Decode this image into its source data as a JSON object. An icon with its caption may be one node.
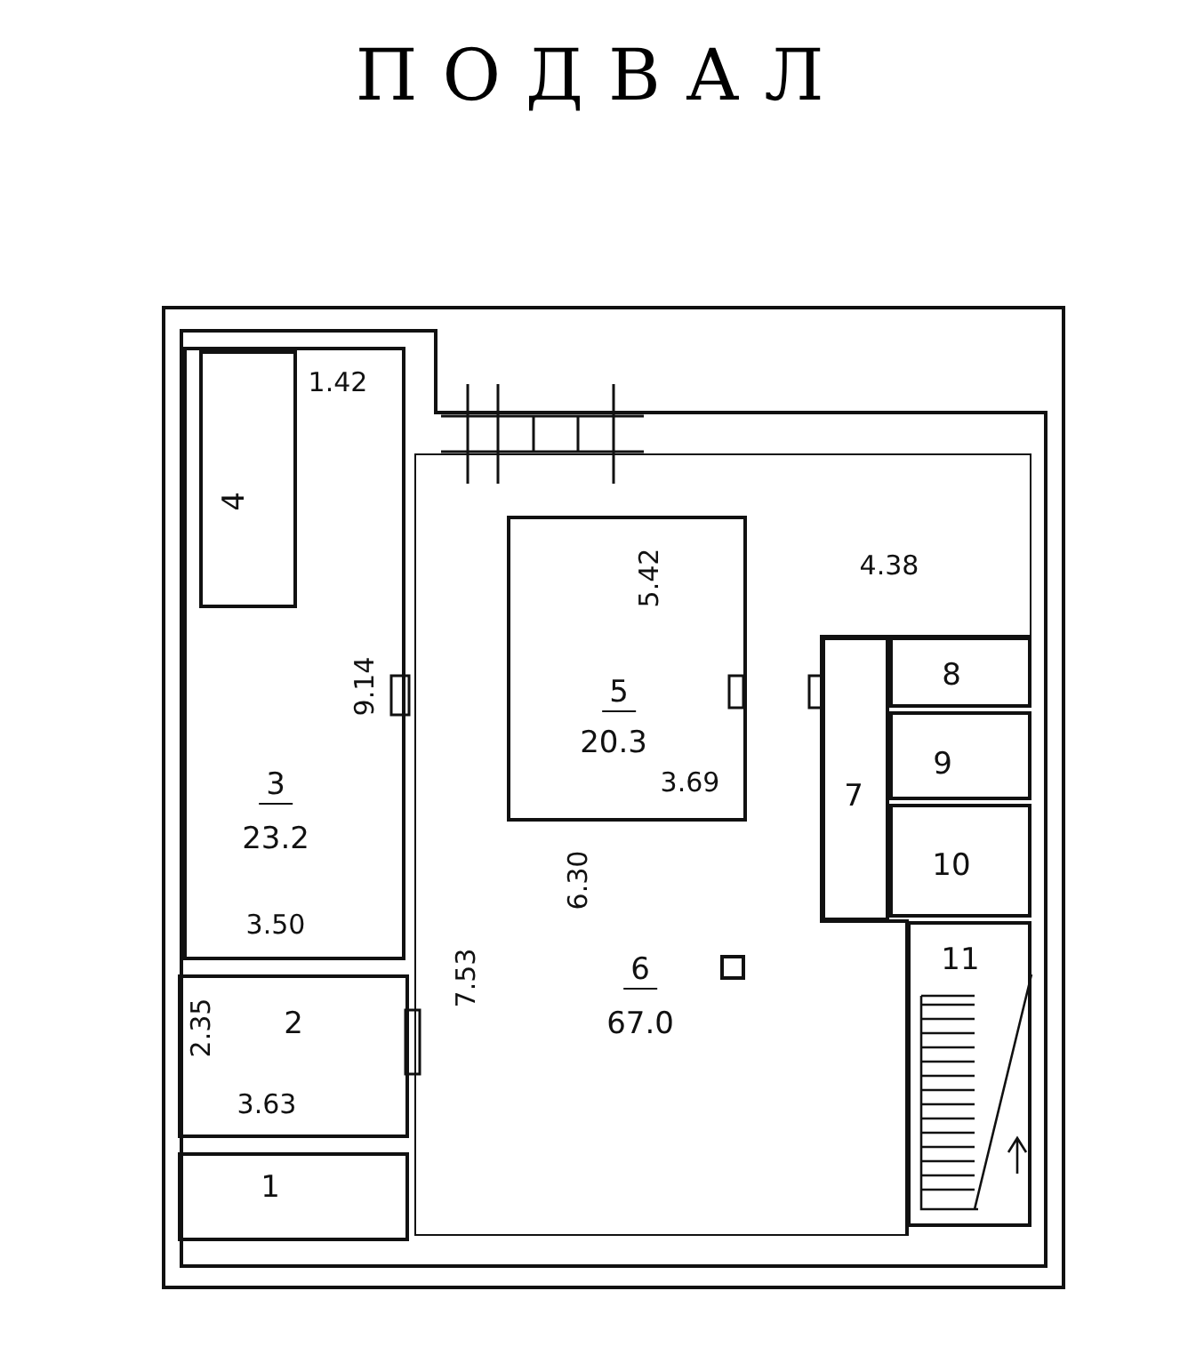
{
  "diagram": {
    "title": "ПОДВАЛ",
    "nodes": [
      {
        "text": [
          "3",
          "23.2"
        ]
      },
      {
        "text": [
          "4"
        ],
        "in": 0
      },
      {
        "text": [
          "6",
          "67.0"
        ]
      },
      {
        "text": [
          "5",
          "20.3"
        ],
        "in": 2
      },
      {
        "text": [
          "7"
        ]
      },
      {
        "text": [
          "8"
        ]
      },
      {
        "text": [
          "9"
        ]
      },
      {
        "text": [
          "10"
        ]
      },
      {
        "text": [
          "11"
        ]
      },
      {
        "text": [
          "2"
        ]
      },
      {
        "text": [
          "1"
        ]
      }
    ],
    "edges": [],
    "labels": [
      "1.42",
      "5.42",
      "4.38",
      "9.14",
      "3.69",
      "6.30",
      "3.50",
      "7.53",
      "2.35",
      "3.63"
    ]
  }
}
